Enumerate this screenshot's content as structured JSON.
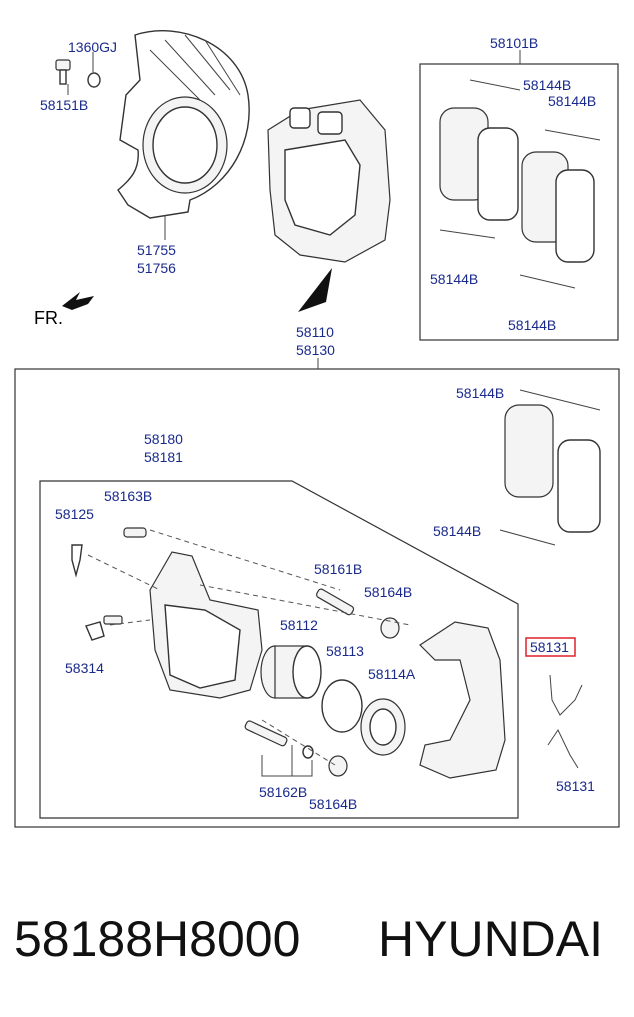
{
  "callouts": {
    "c1360GJ": "1360GJ",
    "c58151B": "58151B",
    "c51755": "51755",
    "c51756": "51756",
    "c58101B": "58101B",
    "c58144B_a": "58144B",
    "c58144B_b": "58144B",
    "c58144B_c": "58144B",
    "c58144B_d": "58144B",
    "c58110": "58110",
    "c58130": "58130",
    "c58144B_e": "58144B",
    "c58144B_f": "58144B",
    "c58180": "58180",
    "c58181": "58181",
    "c58163B": "58163B",
    "c58125": "58125",
    "c58161B": "58161B",
    "c58164B_a": "58164B",
    "c58112": "58112",
    "c58113": "58113",
    "c58114A": "58114A",
    "c58314": "58314",
    "c58131_hl": "58131",
    "c58131": "58131",
    "c58162B": "58162B",
    "c58164B_b": "58164B"
  },
  "direction_label": "FR.",
  "footer": {
    "part_number": "58188H8000",
    "brand": "HYUNDAI"
  },
  "colors": {
    "callout_text": "#1a2a8c",
    "highlight_box": "#e0303a"
  }
}
